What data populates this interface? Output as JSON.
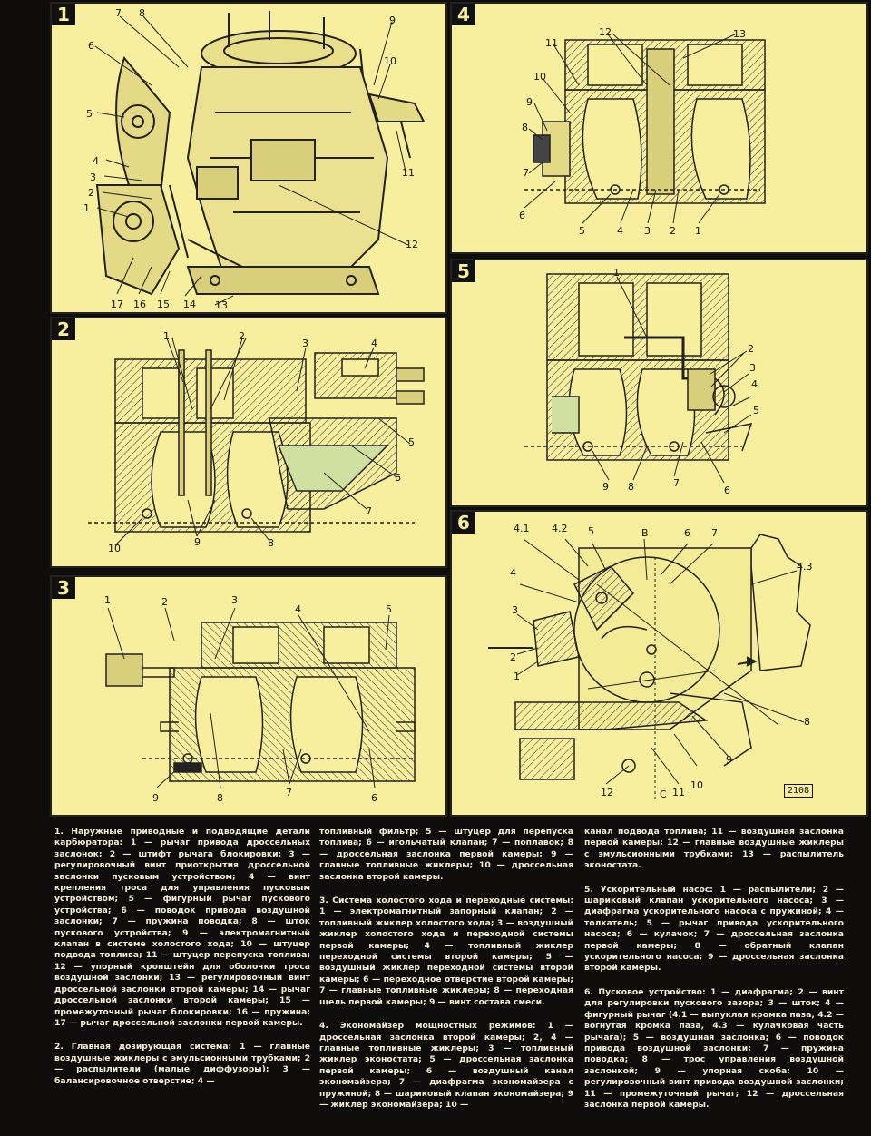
{
  "figures": [
    {
      "id": "1",
      "labels": [
        "1",
        "2",
        "3",
        "4",
        "5",
        "6",
        "7",
        "8",
        "9",
        "10",
        "11",
        "12",
        "13",
        "14",
        "15",
        "16",
        "17"
      ]
    },
    {
      "id": "2",
      "labels": [
        "1",
        "2",
        "3",
        "4",
        "5",
        "6",
        "7",
        "8",
        "9",
        "10"
      ]
    },
    {
      "id": "3",
      "labels": [
        "1",
        "2",
        "3",
        "4",
        "5",
        "6",
        "7",
        "8",
        "9"
      ]
    },
    {
      "id": "4",
      "labels": [
        "1",
        "2",
        "3",
        "4",
        "5",
        "6",
        "7",
        "8",
        "9",
        "10",
        "11",
        "12",
        "13"
      ]
    },
    {
      "id": "5",
      "labels": [
        "1",
        "2",
        "3",
        "4",
        "5",
        "6",
        "7",
        "8",
        "9"
      ]
    },
    {
      "id": "6",
      "labels": [
        "1",
        "2",
        "3",
        "4",
        "4.1",
        "4.2",
        "4.3",
        "5",
        "6",
        "7",
        "8",
        "9",
        "10",
        "11",
        "12",
        "B",
        "C"
      ],
      "stamp": "2108"
    }
  ],
  "captions": {
    "col1": [
      "1. Наружные приводные и подводящие детали карбюратора: 1 — рычаг привода дроссельных заслонок; 2 — штифт рычага блокировки; 3 — регулировочный винт приоткрытия дроссельной заслонки пусковым устройством; 4 — винт крепления троса для управления пусковым устройством; 5 — фигурный рычаг пускового устройства; 6 — поводок привода воздушной заслонки; 7 — пружина поводка; 8 — шток пускового устройства; 9 — электромагнитный клапан в системе холостого хода; 10 — штуцер подвода топлива; 11 — штуцер перепуска топлива; 12 — упорный кронштейн для оболочки троса воздушной заслонки; 13 — регулировочный винт дроссельной заслонки второй камеры; 14 — рычаг дроссельной заслонки второй камеры; 15 — промежуточный рычаг блокировки; 16 — пружина; 17 — рычаг дроссельной заслонки первой камеры.",
      "2. Главная дозирующая система: 1 — главные воздушные жиклеры с эмульсионными трубками; 2 — распылители (малые диффузоры); 3 — балансировочное отверстие; 4 —"
    ],
    "col2": [
      "топливный фильтр; 5 — штуцер для перепуска топлива; 6 — игольчатый клапан; 7 — поплавок; 8 — дроссельная заслонка первой камеры; 9 — главные топливные жиклеры; 10 — дроссельная заслонка второй камеры.",
      "3. Система холостого хода и переходные системы: 1 — электромагнитный запорный клапан; 2 — топливный жиклер холостого хода; 3 — воздушный жиклер холостого хода и переходной системы первой камеры; 4 — топливный жиклер переходной системы второй камеры; 5 — воздушный жиклер переходной системы второй камеры; 6 — переходное отверстие второй камеры; 7 — главные топливные жиклеры; 8 — переходная щель первой камеры; 9 — винт состава смеси.",
      "4. Экономайзер мощностных режимов: 1 — дроссельная заслонка второй камеры; 2, 4 — главные топливные жиклеры; 3 — топливный жиклер эконостата; 5 — дроссельная заслонка первой камеры; 6 — воздушный канал экономайзера; 7 — диафрагма экономайзера с пружиной; 8 — шариковый клапан экономайзера; 9 — жиклер экономайзера; 10 —"
    ],
    "col3": [
      "канал подвода топлива; 11 — воздушная заслонка первой камеры; 12 — главные воздушные жиклеры с эмульсионными трубками; 13 — распылитель эконостата.",
      "5. Ускорительный насос: 1 — распылители; 2 — шариковый клапан ускорительного насоса; 3 — диафрагма ускорительного насоса с пружиной; 4 — толкатель; 5 — рычаг привода ускорительного насоса; 6 — кулачок; 7 — дроссельная заслонка первой камеры; 8 — обратный клапан ускорительного насоса; 9 — дроссельная заслонка второй камеры.",
      "6. Пусковое устройство: 1 — диафрагма; 2 — винт для регулировки пускового зазора; 3 — шток; 4 — фигурный рычаг (4.1 — выпуклая кромка паза, 4.2 — вогнутая кромка паза, 4.3 — кулачковая часть рычага); 5 — воздушная заслонка; 6 — поводок привода воздушной заслонки; 7 — пружина поводка; 8 — трос управления воздушной заслонкой; 9 — упорная скоба; 10 — регулировочный винт привода воздушной заслонки; 11 — промежуточный рычаг; 12 — дроссельная заслонка первой камеры."
    ]
  }
}
